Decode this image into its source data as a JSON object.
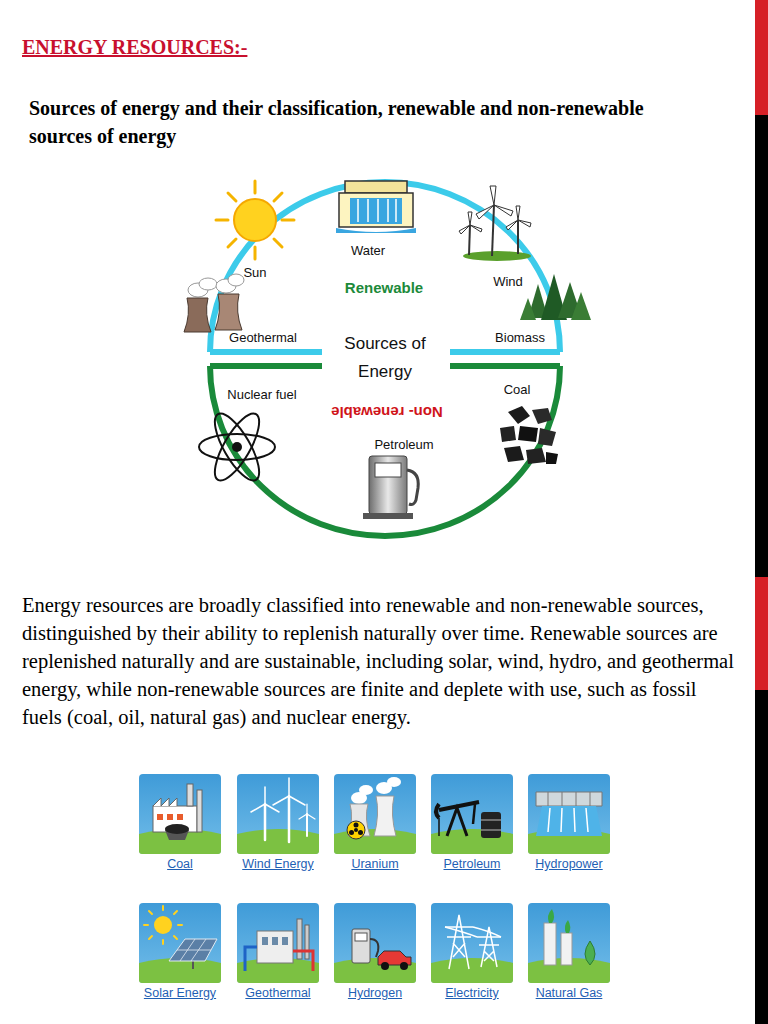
{
  "diagram": {
    "title": "ENERGY RESOURCES:-",
    "nodes": [
      {
        "text": [
          "Sources of Energy"
        ]
      },
      {
        "text": [
          "Coal"
        ]
      },
      {
        "text": [
          "Wind Energy"
        ]
      },
      {
        "text": [
          "Uranium"
        ]
      },
      {
        "text": [
          "Petroleum"
        ]
      },
      {
        "text": [
          "Hydropower"
        ]
      },
      {
        "text": [
          "Solar Energy"
        ]
      },
      {
        "text": [
          "Geothermal"
        ]
      },
      {
        "text": [
          "Hydrogen"
        ]
      },
      {
        "text": [
          "Electricity"
        ]
      },
      {
        "text": [
          "Natural Gas"
        ]
      }
    ],
    "labels": [
      "Sources of energy and their classification, renewable and non-renewable sources of energy",
      "Water",
      "Sun",
      "Wind",
      "Renewable",
      "Geothermal",
      "Biomass",
      "Nuclear fuel",
      "Coal",
      "Non- renewable",
      "Petroleum",
      "Energy resources are broadly classified into renewable and non-renewable sources, distinguished by their ability to replenish naturally over time. Renewable sources are replenished naturally and are sustainable, including solar, wind, hydro, and geothermal energy, while non-renewable sources are finite and deplete with use, such as fossil fuels (coal, oil, natural gas) and nuclear energy."
    ]
  }
}
